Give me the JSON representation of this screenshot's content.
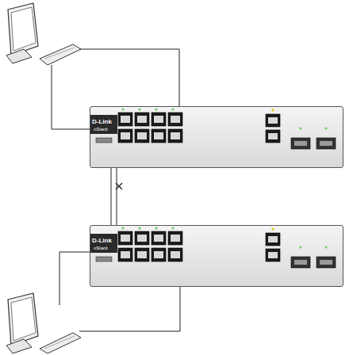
{
  "diagram": {
    "nodes": [
      {
        "text": [
          "D-Link",
          "xStack"
        ]
      },
      {
        "text": [
          "D-Link",
          "xStack"
        ]
      }
    ],
    "edges": [
      {
        "from": 0,
        "to": 1,
        "arrow": "none"
      },
      {
        "from": 0,
        "to": 1,
        "arrow": "none"
      }
    ]
  }
}
